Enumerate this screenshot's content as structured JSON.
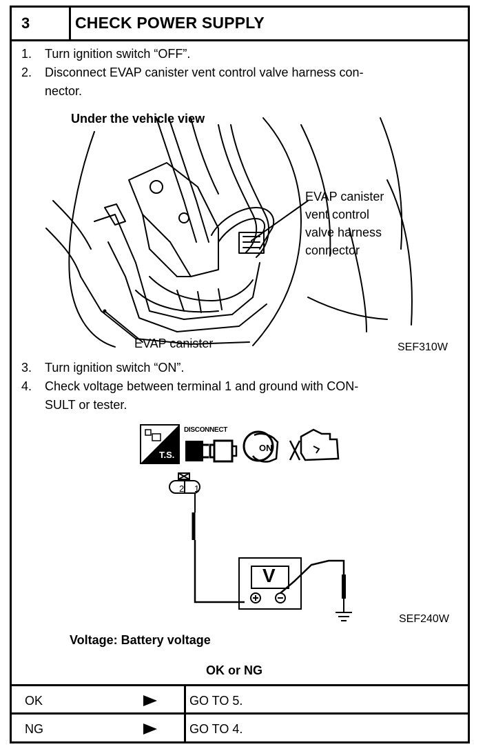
{
  "header": {
    "number": "3",
    "title": "CHECK POWER SUPPLY"
  },
  "steps_a": [
    {
      "n": "1.",
      "line1": "Turn ignition switch “OFF”.",
      "line2": ""
    },
    {
      "n": "2.",
      "line1": "Disconnect EVAP canister vent control valve harness con-",
      "line2": "nector."
    }
  ],
  "figure1": {
    "caption": "Under the vehicle view",
    "callout_lines": [
      "EVAP canister",
      "vent control",
      "valve harness",
      "connector"
    ],
    "canister_label": "EVAP canister",
    "code": "SEF310W"
  },
  "steps_b": [
    {
      "n": "3.",
      "line1": "Turn ignition switch “ON”.",
      "line2": ""
    },
    {
      "n": "4.",
      "line1": "Check voltage between terminal 1 and ground with CON-",
      "line2": "SULT or tester."
    }
  ],
  "figure2": {
    "ts_label": "T.S.",
    "disconnect_label": "DISCONNECT",
    "on_label": "ON",
    "terminals": [
      "2",
      "1"
    ],
    "meter_label": "V",
    "code": "SEF240W"
  },
  "spec": "Voltage: Battery voltage",
  "result_heading": "OK or NG",
  "results": [
    {
      "result": "OK",
      "action": "GO TO 5."
    },
    {
      "result": "NG",
      "action": "GO TO 4."
    }
  ]
}
